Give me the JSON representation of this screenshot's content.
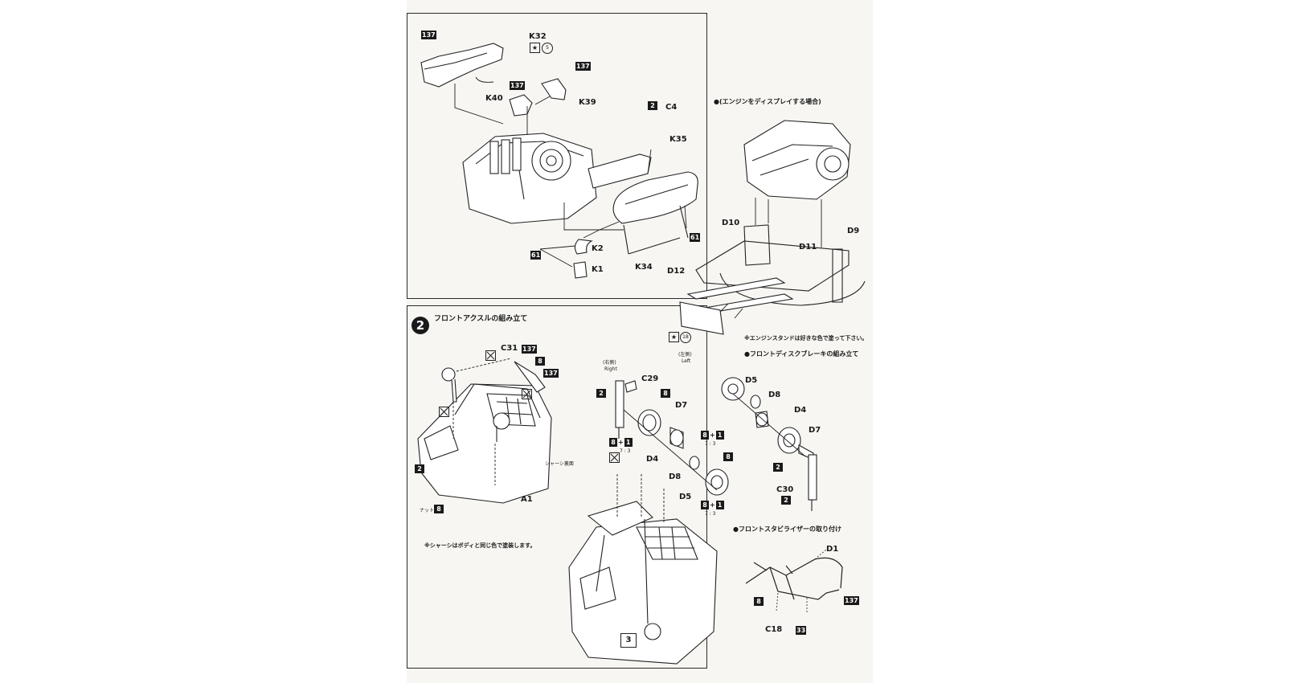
{
  "step1": {
    "labels": {
      "k32": "K32",
      "k40": "K40",
      "k39": "K39",
      "c4": "C4",
      "k35": "K35",
      "k2": "K2",
      "k1": "K1",
      "k34": "K34"
    },
    "paint_codes": {
      "a": "137",
      "b": "137",
      "c": "137",
      "d": "2",
      "e": "61",
      "f": "61"
    },
    "decal_mark": "5"
  },
  "engine_display": {
    "heading": "●(エンジンをディスプレイする場合)",
    "labels": {
      "d10": "D10",
      "d11": "D11",
      "d9": "D9",
      "d12": "D12"
    },
    "decal_mark": "18",
    "note": "※エンジンスタンドは好きな色で塗って下さい。"
  },
  "step2": {
    "number": "2",
    "title": "フロントアクスルの組み立て",
    "labels": {
      "c31": "C31",
      "a1": "A1",
      "chassis": "シャーシ裏面",
      "nut": "ナット"
    },
    "paint_codes": {
      "c31_a": "137",
      "c31_b": "8",
      "c31_c": "137",
      "left": "2",
      "nut": "8"
    },
    "note": "※シャーシはボディと同じ色で塗装します。"
  },
  "brake": {
    "heading": "●フロントディスクブレーキの組み立て",
    "right_jp": "(右側)",
    "right": "Right",
    "left_jp": "(左側)",
    "left": "Left",
    "labels": {
      "c29": "C29",
      "d7a": "D7",
      "d4a": "D4",
      "d8a": "D8",
      "d5a": "D5",
      "d5b": "D5",
      "d8b": "D8",
      "d4b": "D4",
      "d7b": "D7",
      "c30": "C30"
    },
    "paint_codes": {
      "c29": "2",
      "d7": "8",
      "mix_a1": "8",
      "mix_a2": "1",
      "mix_b1": "8",
      "mix_b2": "1",
      "d8": "8",
      "mix_c1": "8",
      "mix_c2": "1",
      "d7b": "2",
      "c30": "2"
    },
    "ratio": "7 : 3"
  },
  "stabilizer": {
    "heading": "●フロントスタビライザーの取り付け",
    "labels": {
      "d1": "D1",
      "c18": "C18"
    },
    "paint_codes": {
      "a": "8",
      "b": "33",
      "c": "137"
    }
  },
  "page_number": "3"
}
